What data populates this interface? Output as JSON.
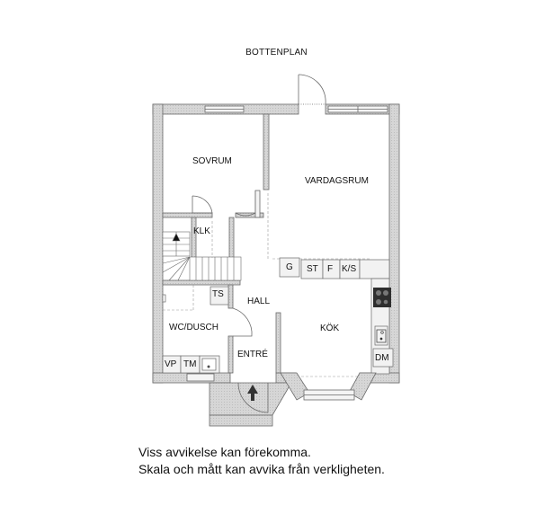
{
  "title": "BOTTENPLAN",
  "rooms": {
    "sovrum": "SOVRUM",
    "vardagsrum": "VARDAGSRUM",
    "klk": "KLK",
    "hall": "HALL",
    "ts": "TS",
    "wc_dusch": "WC/DUSCH",
    "kok": "KÖK",
    "entre": "ENTRÉ"
  },
  "fixtures": {
    "g": "G",
    "st": "ST",
    "f": "F",
    "ks": "K/S",
    "dm": "DM",
    "vp": "VP",
    "tm": "TM"
  },
  "icons": {
    "stair_arrow": "up-arrow-icon",
    "entrance_arrow": "entrance-arrow-icon",
    "stove": "stove-icon",
    "sink": "sink-icon",
    "washbasin": "washbasin-icon"
  },
  "colors": {
    "wall_fill": "#d4d4d4",
    "wall_line": "#6a6a6a",
    "stove": "#2e2e2e"
  },
  "disclaimer": {
    "line1": "Viss avvikelse kan förekomma.",
    "line2": "Skala och mått kan avvika från verkligheten."
  }
}
